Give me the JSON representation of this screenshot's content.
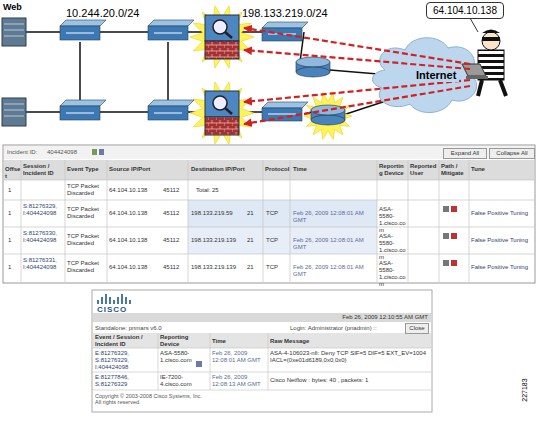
{
  "diagram": {
    "nodes": [
      {
        "text": [
          "64.104.10.138"
        ]
      }
    ],
    "labels": [
      "Web",
      "10.244.20.0/24",
      "198.133.219.0/24",
      "Internet",
      "Incident ID:",
      "404424098",
      "Expand All",
      "Collapse All",
      "Offset",
      "Session / Incident ID",
      "Event Type",
      "Source IP/Port",
      "Destination IP/Port",
      "Protocol",
      "Time",
      "Reporting Device",
      "Reported User",
      "Path / Mitigate",
      "Tune",
      "1",
      "TCP Packet Discarded",
      "64.104.10.138",
      "45112",
      "Total: 25",
      "1",
      "S:81276329, I:404424098",
      "TCP Packet Discarded",
      "64.104.10.138",
      "45112",
      "198.133.219.59",
      "21",
      "TCP",
      "Feb 26, 2009 12:08:01 AM GMT",
      "ASA-5580-1.cisco.com",
      "False Positive Tuning",
      "1",
      "S:81276330, I:404424098",
      "TCP Packet Discarded",
      "64.104.10.138",
      "45112",
      "198.133.219.139",
      "21",
      "TCP",
      "Feb 26, 2009 12:08:01 AM GMT",
      "ASA-5580-1.cisco.com",
      "False Positive Tuning",
      "1",
      "S:81276331, I:404424098",
      "TCP Packet Discarded",
      "64.104.10.138",
      "45112",
      "198.133.219.139",
      "21",
      "TCP",
      "Feb 26, 2009 12:08:01 AM GMT",
      "ASA-5580-1.cisco.com",
      "False Positive Tuning",
      "Feb 26, 2009 12:10:55 AM GMT",
      "Standalone: pnmars v6.0",
      "Login: Administrator (pnadmin) ::",
      "Close",
      "Event / Session / Incident ID",
      "Reporting Device",
      "Time",
      "Raw Message",
      "E:81276329, S:81276329, I:404424098",
      "ASA-5580-1.cisco.com",
      "Feb 26, 2009 12:08:01 AM GMT",
      "ASA-4-106023-nfi: Deny TCP SIF=5 DIF=5 EXT_EV=1004 IACL=(0xe01d6189,0x0,0x0)",
      "E:81277846, S:81276329",
      "IE-7200-4.cisco.com",
      "Feb 26, 2009 12:08:13 AM GMT",
      "Cisco Netflow : bytes: 40 , packets: 1",
      "Copyright © 2003-2008 Cisco Systems, Inc. All rights reserved.",
      "227183",
      "CISCO"
    ]
  }
}
